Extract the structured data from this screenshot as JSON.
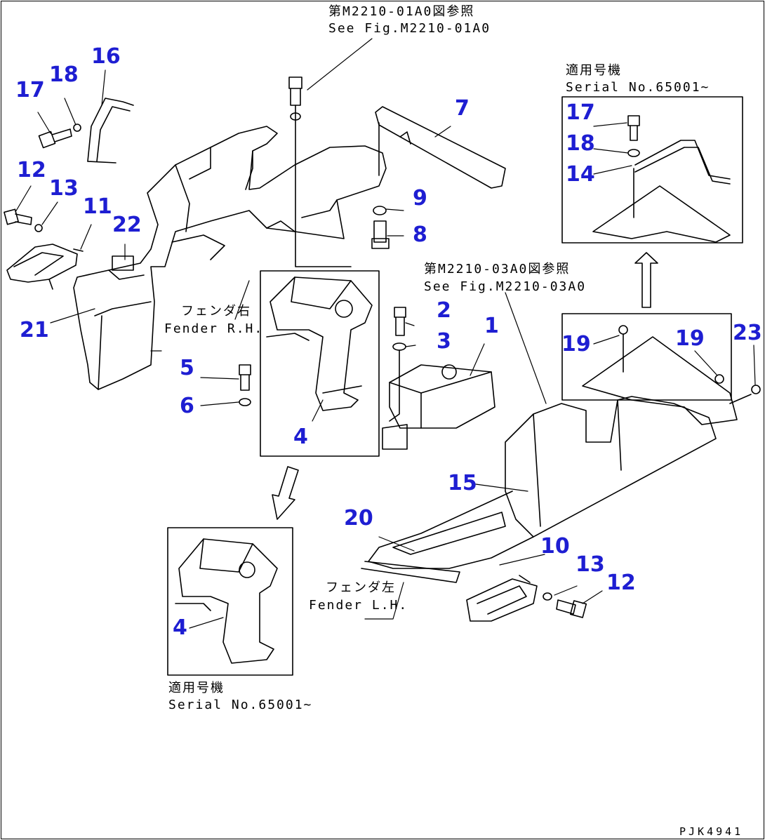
{
  "refs": {
    "ref_01a0_jp": "第M2210-01A0図参照",
    "ref_01a0_en": "See Fig.M2210-01A0",
    "ref_03a0_jp": "第M2210-03A0図参照",
    "ref_03a0_en": "See Fig.M2210-03A0"
  },
  "notes": {
    "fender_rh_jp": "フェンダ右",
    "fender_rh_en": "Fender R.H.",
    "fender_lh_jp": "フェンダ左",
    "fender_lh_en": "Fender L.H.",
    "serial_jp": "適用号機",
    "serial_en": "Serial No.65001~"
  },
  "callouts": {
    "c1": "1",
    "c2": "2",
    "c3": "3",
    "c4a": "4",
    "c4b": "4",
    "c5": "5",
    "c6": "6",
    "c7": "7",
    "c8": "8",
    "c9": "9",
    "c10": "10",
    "c11": "11",
    "c12a": "12",
    "c12b": "12",
    "c13a": "13",
    "c13b": "13",
    "c14": "14",
    "c15": "15",
    "c16": "16",
    "c17a": "17",
    "c17b": "17",
    "c18a": "18",
    "c18b": "18",
    "c19a": "19",
    "c19b": "19",
    "c20": "20",
    "c21": "21",
    "c22": "22",
    "c23": "23"
  },
  "drawing_code": "PJK4941",
  "colors": {
    "callout": "#1e1ed2",
    "line": "#000000"
  }
}
